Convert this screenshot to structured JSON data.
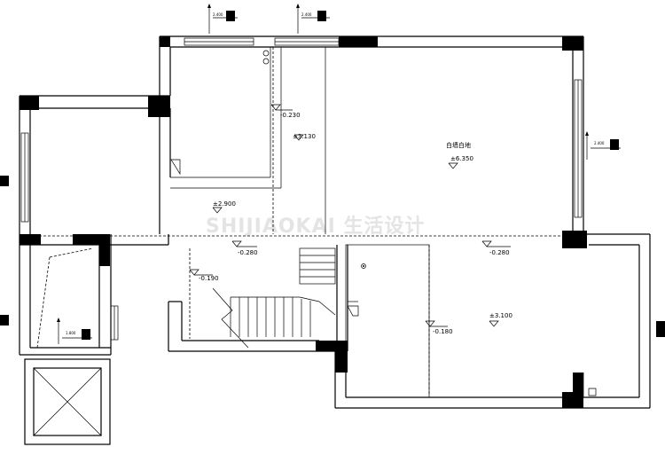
{
  "watermark": "SHIJIAOKAI 生活设计",
  "room_label": "白墙白地",
  "levels": {
    "l1": "-0.230",
    "l2": "±3.130",
    "l3": "±6.350",
    "l4": "±2.900",
    "l5": "-0.280",
    "l6": "-0.280",
    "l7": "-0.190",
    "l8": "-0.180",
    "l9": "±3.100"
  },
  "window_tags": {
    "w1": "2.400",
    "w2": "2.400",
    "w3": "2.400",
    "w4": "1.800"
  }
}
